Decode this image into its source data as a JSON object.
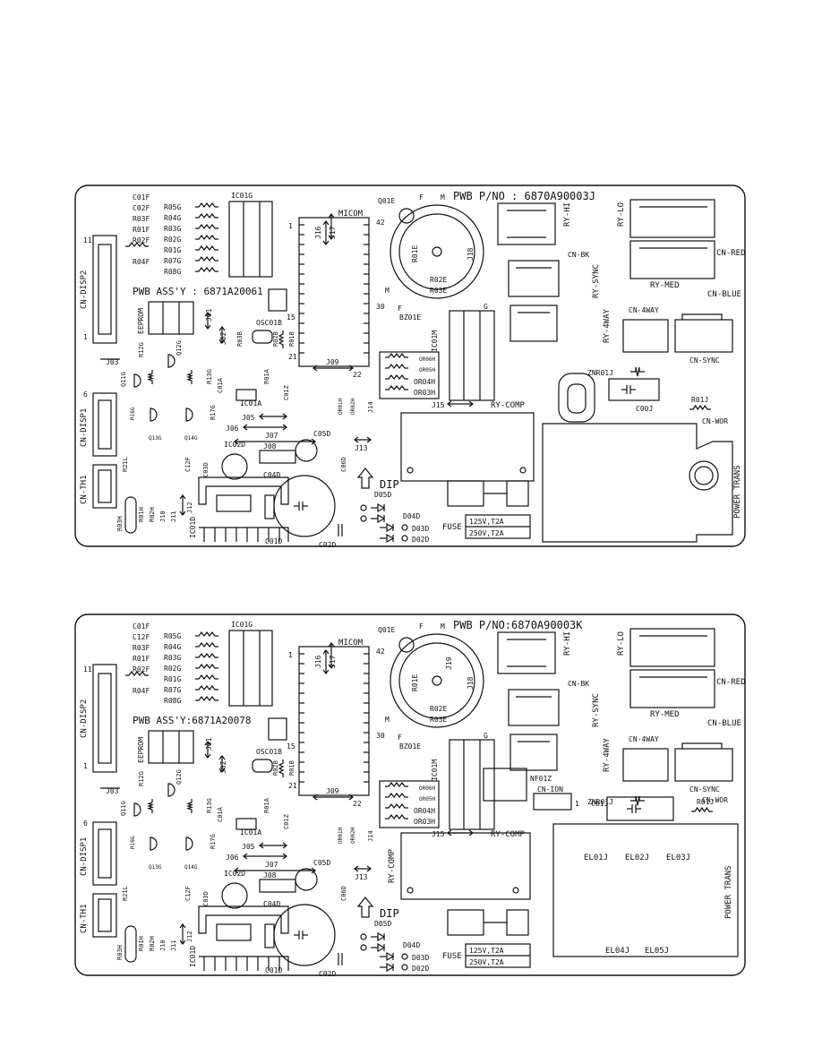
{
  "boards": [
    {
      "pwb_pn": "PWB P/NO : 6870A90003J",
      "pwb_assy": "PWB ASS'Y : 6871A20061",
      "labels": {
        "cn_disp2": "CN-DISP2",
        "cn_disp1": "CN-DISP1",
        "cn_th1": "CN-TH1",
        "pin11": "11",
        "pin1": "1",
        "pin6": "6",
        "pin1b": "1",
        "c01f": "C01F",
        "c02f": "C02F",
        "r03f": "R03F",
        "r01f": "R01F",
        "r02f": "R02F",
        "r04f": "R04F",
        "r05g": "R05G",
        "r04g": "R04G",
        "r03g": "R03G",
        "r02g": "R02G",
        "r01g": "R01G",
        "r07g": "R07G",
        "r08g": "R08G",
        "ic01g": "IC01G",
        "eeprom": "EEPROM",
        "j01": "J01",
        "j02": "J02",
        "osc01b": "OSC01B",
        "r03b": "R03B",
        "r02b": "R02B",
        "r01b": "R01B",
        "r01a": "R01A",
        "r12g": "R12G",
        "q12g": "Q12G",
        "j03": "J03",
        "q11g": "Q11G",
        "r13g": "R13G",
        "c01a": "C01A",
        "ic01a": "IC01A",
        "c01z": "C01Z",
        "j05": "J05",
        "j06": "J06",
        "j07": "J07",
        "j08": "J08",
        "r16g": "R16G",
        "q13g": "Q13G",
        "q14g": "Q14G",
        "r17g": "R17G",
        "ic02d": "IC02D",
        "c04d": "C04D",
        "c05d": "C05D",
        "c06d": "C06D",
        "r21l": "R21L",
        "c12f": "C12F",
        "c03d": "C03D",
        "r03h": "R03H",
        "r01h": "R01H",
        "r02h": "R02H",
        "j10": "J10",
        "j11": "J11",
        "j12": "J12",
        "ic01d": "IC01D",
        "c01d": "C01D",
        "c02d": "C02D",
        "micom": "MICOM",
        "j16": "J16",
        "j17": "J17",
        "j09": "J09",
        "j13": "J13",
        "j14": "J14",
        "j15": "J15",
        "p1": "1",
        "p42": "42",
        "p15": "15",
        "p30": "30",
        "p21": "21",
        "p22": "22",
        "q01e": "Q01E",
        "f1": "F",
        "m1": "M",
        "r01e": "R01E",
        "j18": "J18",
        "r02e": "R02E",
        "r03e": "R03E",
        "m2": "M",
        "f2": "F",
        "bz01e": "BZ01E",
        "g1": "G",
        "ic01m": "IC01M",
        "ry_hi": "RY-HI",
        "ry_lo": "RY-LO",
        "cn_bk": "CN-BK",
        "cn_red": "CN-RED",
        "ry_sync": "RY-SYNC",
        "ry_med": "RY-MED",
        "cn_blue": "CN-BLUE",
        "ry_4way": "RY-4WAY",
        "cn_4way": "CN-4WAY",
        "cn_sync": "CN-SYNC",
        "or06h": "OR06H",
        "or05h": "OR05H",
        "or04h": "OR04H",
        "or03h": "OR03H",
        "or01h": "OR01H",
        "or02h": "OR02H",
        "ry_comp": "RY-COMP",
        "znr01j": "ZNR01J",
        "c00j": "C00J",
        "r01j": "R01J",
        "cn_wor": "CN-WOR",
        "dip": "DIP",
        "d05d": "D05D",
        "d04d": "D04D",
        "d03d": "D03D",
        "d02d": "D02D",
        "fuse": "FUSE",
        "fuse1": "125V,T2A",
        "fuse2": "250V,T2A",
        "power_trans": "POWER TRANS"
      }
    },
    {
      "pwb_pn": "PWB P/NO:6870A90003K",
      "pwb_assy": "PWB ASS'Y:6871A20078",
      "labels": {
        "cn_disp2": "CN-DISP2",
        "cn_disp1": "CN-DISP1",
        "cn_th1": "CN-TH1",
        "pin11": "11",
        "pin1": "1",
        "pin6": "6",
        "pin1b": "1",
        "c01f": "C01F",
        "c02f": "C12F",
        "r03f": "R03F",
        "r01f": "R01F",
        "r02f": "R02F",
        "r04f": "R04F",
        "r05g": "R05G",
        "r04g": "R04G",
        "r03g": "R03G",
        "r02g": "R02G",
        "r01g": "R01G",
        "r07g": "R07G",
        "r08g": "R08G",
        "ic01g": "IC01G",
        "eeprom": "EEPROM",
        "j01": "J01",
        "j02": "J02",
        "osc01b": "OSC01B",
        "r03b": "",
        "r02b": "R02B",
        "r01b": "R01B",
        "r01a": "R01A",
        "r12g": "R12G",
        "q12g": "Q12G",
        "j03": "J03",
        "q11g": "Q11G",
        "r13g": "R13G",
        "c01a": "C01A",
        "ic01a": "IC01A",
        "c01z": "C01Z",
        "j05": "J05",
        "j06": "J06",
        "j07": "J07",
        "j08": "J08",
        "r16g": "R16G",
        "q13g": "Q13G",
        "q14g": "Q14G",
        "r17g": "R17G",
        "ic02d": "IC02D",
        "c04d": "C04D",
        "c05d": "C05D",
        "c06d": "C06D",
        "r21l": "R21L",
        "c12f": "C12F",
        "c03d": "C03D",
        "r03h": "R03H",
        "r01h": "R01H",
        "r02h": "R02H",
        "j10": "J10",
        "j11": "J11",
        "j12": "J12",
        "ic01d": "IC01D",
        "c01d": "C01D",
        "c02d": "C02D",
        "micom": "MICOM",
        "j16": "J16",
        "j17": "J17",
        "j09": "J09",
        "j13": "J13",
        "j14": "J14",
        "j15": "J15",
        "p1": "1",
        "p42": "42",
        "p15": "15",
        "p30": "30",
        "p21": "21",
        "p22": "22",
        "q01e": "Q01E",
        "f1": "F",
        "m1": "M",
        "r01e": "R01E",
        "j18": "J18",
        "j19": "J19",
        "r02e": "R02E",
        "r03e": "R03E",
        "m2": "M",
        "f2": "F",
        "bz01e": "BZ01E",
        "g1": "G",
        "ic01m": "IC01M",
        "ry_hi": "RY-HI",
        "ry_lo": "RY-LO",
        "cn_bk": "CN-BK",
        "cn_red": "CN-RED",
        "ry_sync": "RY-SYNC",
        "ry_med": "RY-MED",
        "cn_blue": "CN-BLUE",
        "ry_4way": "RY-4WAY",
        "cn_4way": "CN-4WAY",
        "cn_sync": "CN-SYNC",
        "cn_wor": "CN-WOR",
        "or06h": "OR06H",
        "or05h": "OR05H",
        "or04h": "OR04H",
        "or03h": "OR03H",
        "or01h": "OR01H",
        "or02h": "OR02H",
        "ry_comp": "RY-COMP",
        "nf01z": "NF01Z",
        "cn_ion": "CN-ION",
        "p1c": "1",
        "znr01j": "ZNR01J",
        "c01j": "C01J",
        "r01j": "R01J",
        "dip": "DIP",
        "d05d": "D05D",
        "d04d": "D04D",
        "d03d": "D03D",
        "d02d": "D02D",
        "fuse": "FUSE",
        "fuse1": "125V,T2A",
        "fuse2": "250V,T2A",
        "power_trans": "POWER TRANS",
        "el01j": "EL01J",
        "el02j": "EL02J",
        "el03j": "EL03J",
        "el04j": "EL04J",
        "el05j": "EL05J"
      }
    }
  ]
}
